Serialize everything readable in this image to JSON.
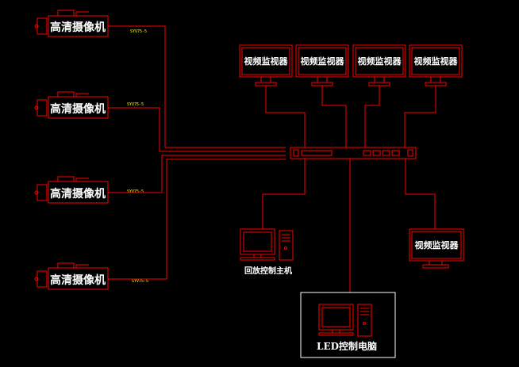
{
  "colors": {
    "line": "#ff0000",
    "text": "#ffffff",
    "cable_label": "#ffff00",
    "background": "#000000"
  },
  "cameras": [
    {
      "label": "高清摄像机",
      "cable": "SYV75-5"
    },
    {
      "label": "高清摄像机",
      "cable": "SYV75-5"
    },
    {
      "label": "高清摄像机",
      "cable": "SYV75-5"
    },
    {
      "label": "高清摄像机",
      "cable": "SYV75-5"
    }
  ],
  "monitors_top": [
    {
      "label": "视频监视器"
    },
    {
      "label": "视频监视器"
    },
    {
      "label": "视频监视器"
    },
    {
      "label": "视频监视器"
    }
  ],
  "monitor_right": {
    "label": "视频监视器"
  },
  "playback_host": {
    "label": "回放控制主机"
  },
  "led_pc": {
    "label": "LED控制电脑"
  },
  "icons": {
    "camera": "video-camera-icon",
    "monitor": "crt-monitor-icon",
    "computer": "desktop-computer-icon",
    "switcher": "rack-switcher-icon"
  }
}
